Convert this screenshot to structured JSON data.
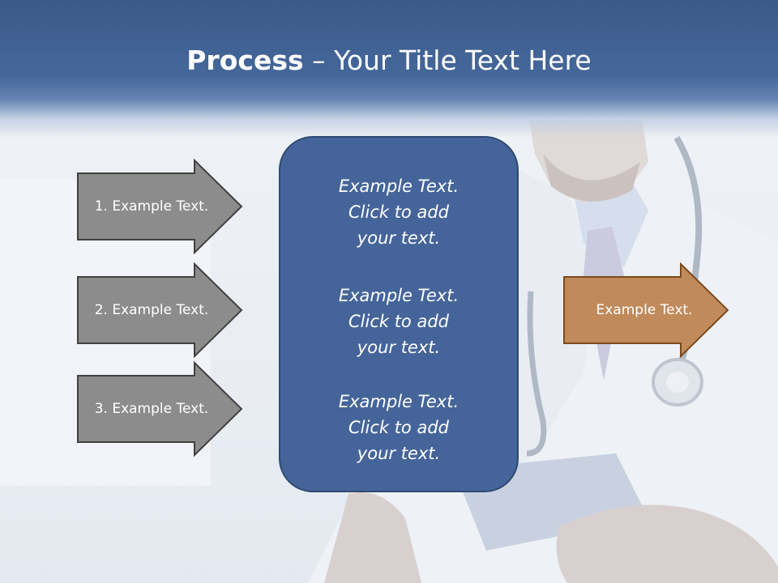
{
  "title": {
    "bold": "Process",
    "rest": " – Your Title Text Here"
  },
  "left_arrows": [
    {
      "label": "1. Example Text."
    },
    {
      "label": "2. Example Text."
    },
    {
      "label": "3. Example Text."
    }
  ],
  "center_box": {
    "blocks": [
      {
        "lines": [
          "Example Text.",
          "Click  to add",
          "your text."
        ]
      },
      {
        "lines": [
          "Example Text.",
          "Click  to add",
          "your text."
        ]
      },
      {
        "lines": [
          "Example Text.",
          "Click  to add",
          "your text."
        ]
      }
    ]
  },
  "right_arrow": {
    "label": "Example Text."
  },
  "colors": {
    "header": "#44679a",
    "gray_arrow_fill": "#8c8c8c",
    "gray_arrow_stroke": "#404040",
    "box_fill": "#45659a",
    "orange_arrow_fill": "#c08a5a",
    "orange_arrow_stroke": "#7a4a1c"
  }
}
